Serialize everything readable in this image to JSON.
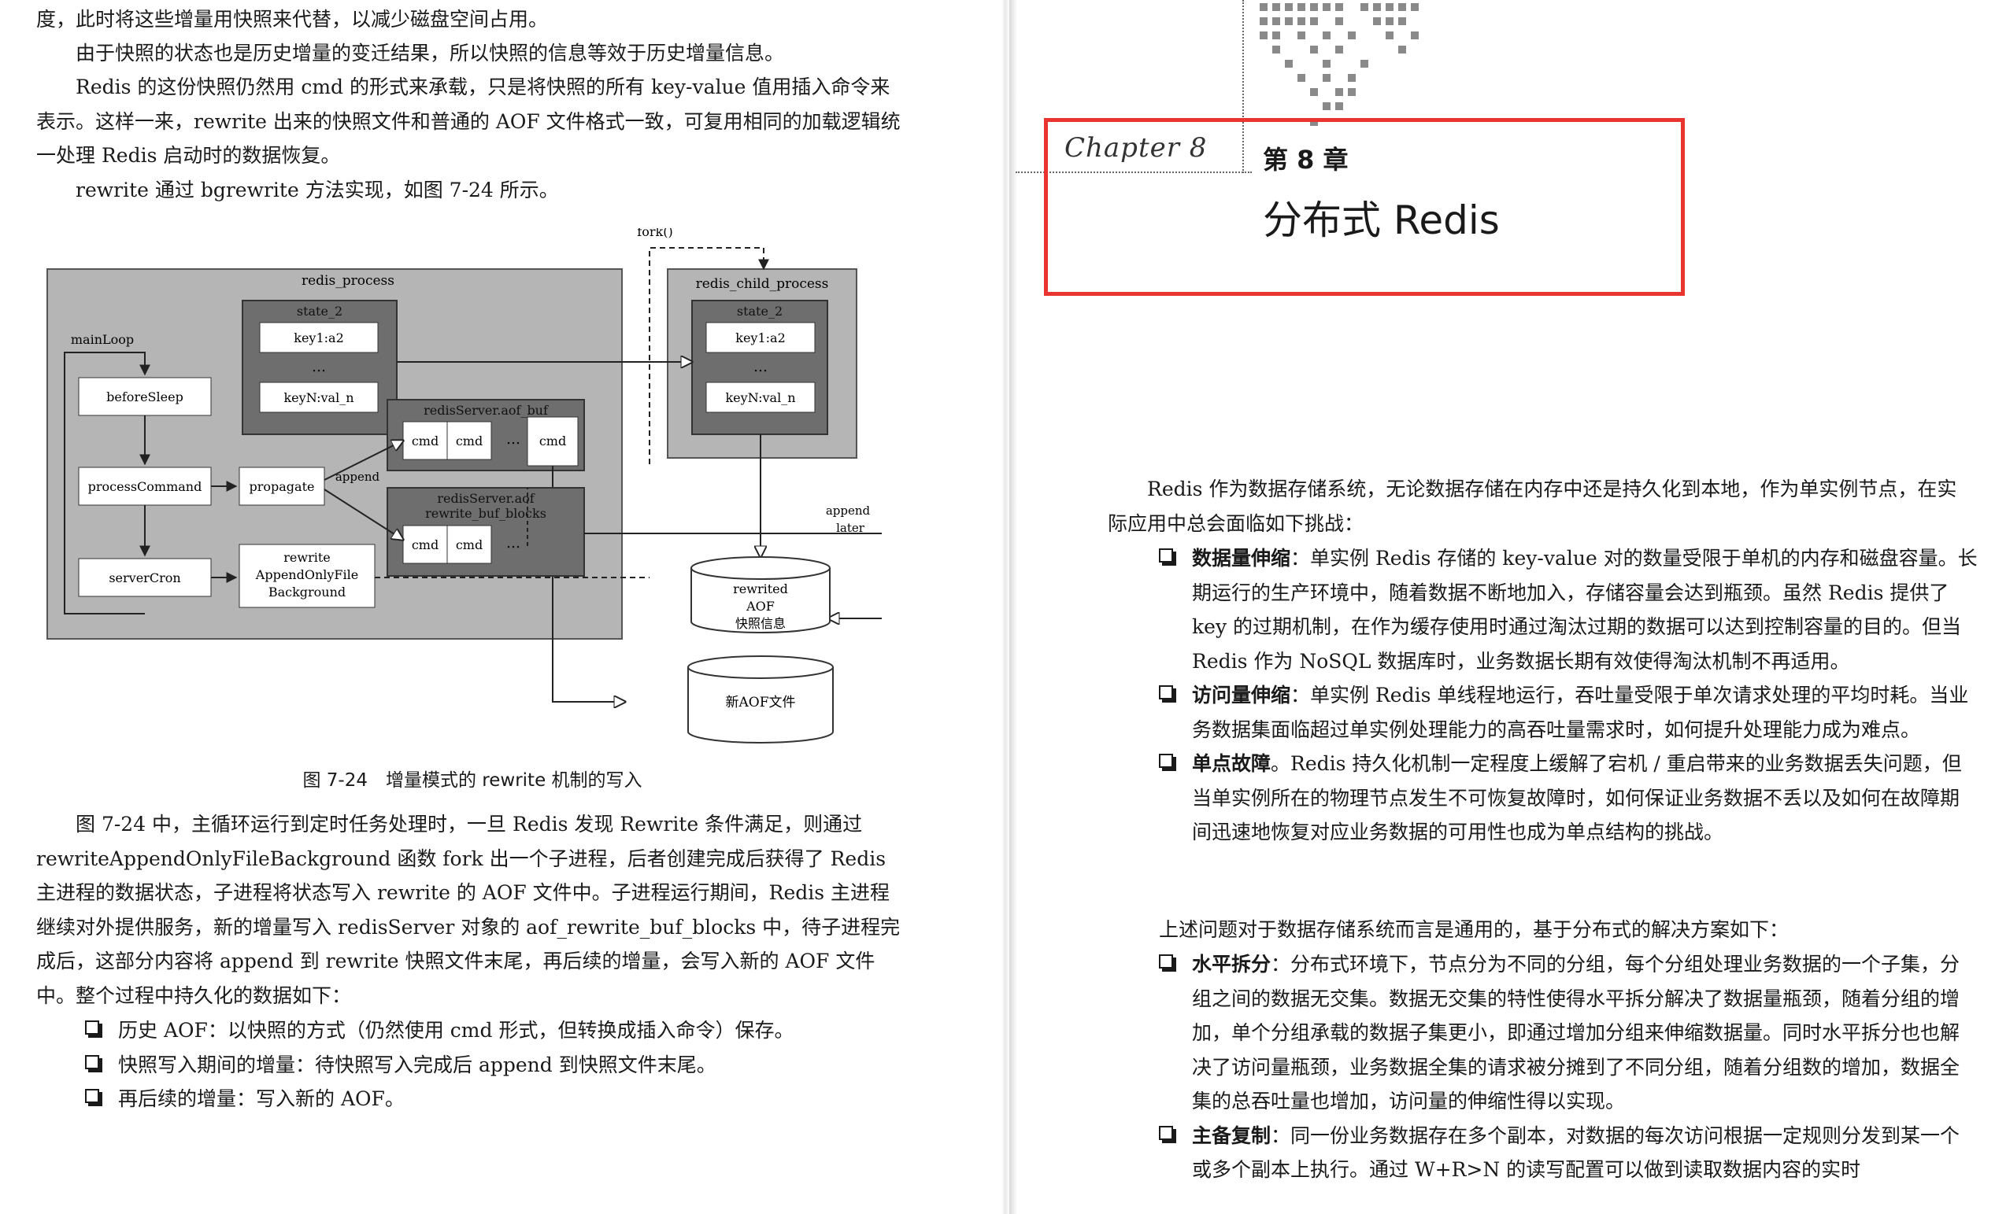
{
  "left": {
    "paragraphs_top": [
      "度，此时将这些增量用快照来代替，以减少磁盘空间占用。",
      "由于快照的状态也是历史增量的变迁结果，所以快照的信息等效于历史增量信息。",
      "Redis 的这份快照仍然用 cmd 的形式来承载，只是将快照的所有 key-value 值用插入命令来表示。这样一来，rewrite 出来的快照文件和普通的 AOF 文件格式一致，可复用相同的加载逻辑统一处理 Redis 启动时的数据恢复。",
      "rewrite 通过 bgrewrite 方法实现，如图 7-24 所示。"
    ],
    "figure": {
      "caption": "图 7-24　增量模式的 rewrite 机制的写入",
      "fork_label": "fork()",
      "redis_process_label": "redis_process",
      "child_process_label": "redis_child_process",
      "mainloop_label": "mainLoop",
      "state_label": "state_2",
      "key1_label": "key1:a2",
      "ellipsis": "…",
      "keyn_label": "keyN:val_n",
      "child_state_label": "state_2",
      "child_key1_label": "key1:a2",
      "child_keyn_label": "keyN:val_n",
      "before_sleep": "beforeSleep",
      "process_command": "processCommand",
      "propagate": "propagate",
      "server_cron": "serverCron",
      "rewrite_bg_1": "rewrite",
      "rewrite_bg_2": "AppendOnlyFile",
      "rewrite_bg_3": "Background",
      "aof_buf_label": "redisServer.aof_buf",
      "rewrite_buf_label_1": "redisServer.aof",
      "rewrite_buf_label_2": "rewrite_buf_blocks",
      "cmd": "cmd",
      "append": "append",
      "append_later_1": "append",
      "append_later_2": "later",
      "rewrited_1": "rewrited",
      "rewrited_2": "AOF",
      "rewrited_3": "快照信息",
      "new_aof": "新AOF文件"
    },
    "paragraph_after": "图 7-24 中，主循环运行到定时任务处理时，一旦 Redis 发现 Rewrite 条件满足，则通过 rewriteAppendOnlyFileBackground 函数 fork 出一个子进程，后者创建完成后获得了 Redis 主进程的数据状态，子进程将状态写入 rewrite 的 AOF 文件中。子进程运行期间，Redis 主进程继续对外提供服务，新的增量写入 redisServer 对象的 aof_rewrite_buf_blocks 中，待子进程完成后，这部分内容将 append 到 rewrite 快照文件末尾，再后续的增量，会写入新的 AOF 文件中。整个过程中持久化的数据如下：",
    "bullets": [
      "历史 AOF：以快照的方式（仍然使用 cmd 形式，但转换成插入命令）保存。",
      "快照写入期间的增量：待快照写入完成后 append 到快照文件末尾。",
      "再后续的增量：写入新的 AOF。"
    ]
  },
  "right": {
    "chapter_script": "Chapter 8",
    "chapter_number": "第 8 章",
    "chapter_title": "分布式 Redis",
    "intro": "Redis 作为数据存储系统，无论数据存储在内存中还是持久化到本地，作为单实例节点，在实际应用中总会面临如下挑战：",
    "challenges": [
      {
        "term": "数据量伸缩",
        "text": "：单实例 Redis 存储的 key-value 对的数量受限于单机的内存和磁盘容量。长期运行的生产环境中，随着数据不断地加入，存储容量会达到瓶颈。虽然 Redis 提供了 key 的过期机制，在作为缓存使用时通过淘汰过期的数据可以达到控制容量的目的。但当 Redis 作为 NoSQL 数据库时，业务数据长期有效使得淘汰机制不再适用。"
      },
      {
        "term": "访问量伸缩",
        "text": "：单实例 Redis 单线程地运行，吞吐量受限于单次请求处理的平均时耗。当业务数据集面临超过单实例处理能力的高吞吐量需求时，如何提升处理能力成为难点。"
      },
      {
        "term": "单点故障",
        "text": "。Redis 持久化机制一定程度上缓解了宕机 / 重启带来的业务数据丢失问题，但当单实例所在的物理节点发生不可恢复故障时，如何保证业务数据不丢以及如何在故障期间迅速地恢复对应业务数据的可用性也成为单点结构的挑战。"
      }
    ],
    "solutions_intro": "上述问题对于数据存储系统而言是通用的，基于分布式的解决方案如下：",
    "solutions": [
      {
        "term": "水平拆分",
        "text": "：分布式环境下，节点分为不同的分组，每个分组处理业务数据的一个子集，分组之间的数据无交集。数据无交集的特性使得水平拆分解决了数据量瓶颈，随着分组的增加，单个分组承载的数据子集更小，即通过增加分组来伸缩数据量。同时水平拆分也也解决了访问量瓶颈，业务数据全集的请求被分摊到了不同分组，随着分组数的增加，数据全集的总吞吐量也增加，访问量的伸缩性得以实现。"
      },
      {
        "term": "主备复制",
        "text": "：同一份业务数据存在多个副本，对数据的每次访问根据一定规则分发到某一个或多个副本上执行。通过 W+R>N 的读写配置可以做到读取数据内容的实时"
      }
    ]
  },
  "colors": {
    "highlight_frame": "#e8352f",
    "diagram_panel": "#b5b5b5",
    "diagram_dark_box": "#6e6e6e"
  }
}
